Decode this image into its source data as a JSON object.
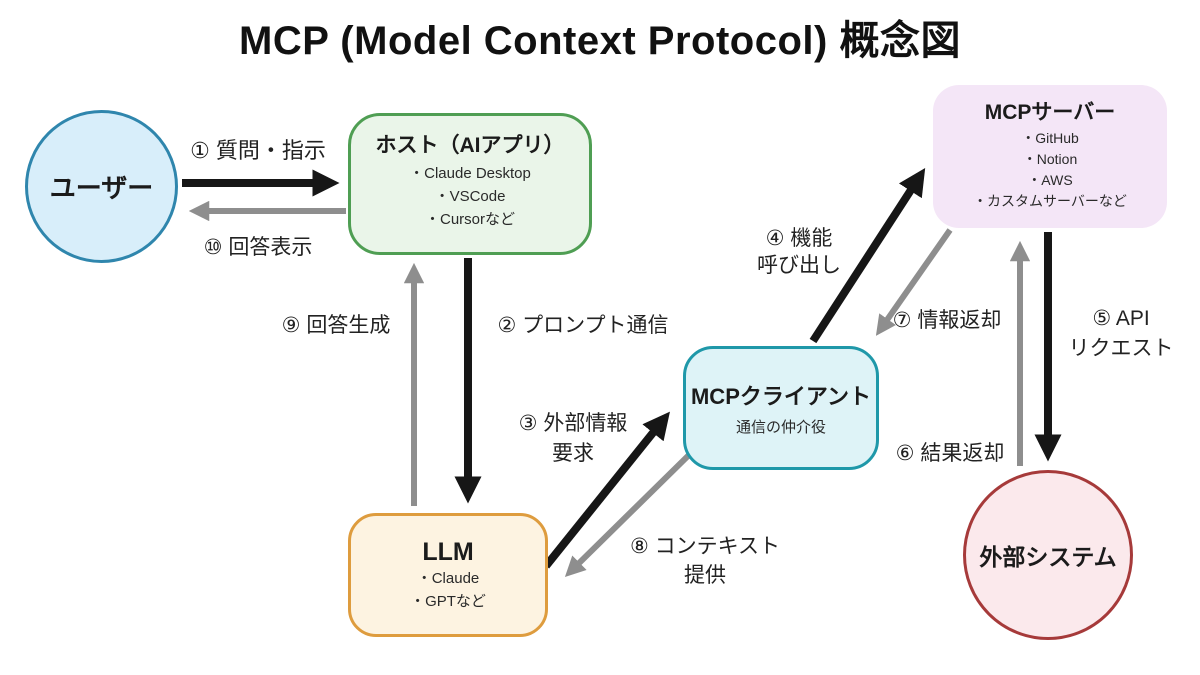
{
  "title": "MCP (Model Context Protocol) 概念図",
  "nodes": {
    "user": {
      "label": "ユーザー"
    },
    "host": {
      "title": "ホスト（AIアプリ）",
      "items": [
        "・Claude Desktop",
        "・VSCode",
        "・Cursorなど"
      ]
    },
    "server": {
      "title": "MCPサーバー",
      "items": [
        "・GitHub",
        "・Notion",
        "・AWS",
        "・カスタムサーバーなど"
      ]
    },
    "client": {
      "title": "MCPクライアント",
      "subtitle": "通信の仲介役"
    },
    "llm": {
      "title": "LLM",
      "items": [
        "・Claude",
        "・GPTなど"
      ]
    },
    "external": {
      "label": "外部システム"
    }
  },
  "edges": {
    "e1": {
      "label": "① 質問・指示",
      "color": "black"
    },
    "e2": {
      "label": "② プロンプト通信",
      "color": "black"
    },
    "e3": {
      "line1": "③ 外部情報",
      "line2": "要求",
      "color": "black"
    },
    "e4": {
      "line1": "④ 機能",
      "line2": "呼び出し",
      "color": "black"
    },
    "e5": {
      "line1": "⑤ API",
      "line2": "リクエスト",
      "color": "black"
    },
    "e6": {
      "label": "⑥ 結果返却",
      "color": "gray"
    },
    "e7": {
      "label": "⑦ 情報返却",
      "color": "gray"
    },
    "e8": {
      "line1": "⑧ コンテキスト",
      "line2": "提供",
      "color": "gray"
    },
    "e9": {
      "label": "⑨ 回答生成",
      "color": "gray"
    },
    "e10": {
      "label": "⑩ 回答表示",
      "color": "gray"
    }
  },
  "colors": {
    "text": "#1d1d1d",
    "arrow_black": "#161616",
    "arrow_gray": "#8e8e8e",
    "user_fill": "#d8eefa",
    "user_border": "#2f86ad",
    "host_fill": "#eaf5e9",
    "host_border": "#4f9e53",
    "server_fill": "#f4e6f7",
    "client_fill": "#def3f7",
    "client_border": "#1f98a9",
    "llm_fill": "#fdf3e1",
    "llm_border": "#de9c3e",
    "external_fill": "#fbe9ec",
    "external_border": "#a63a3a"
  }
}
